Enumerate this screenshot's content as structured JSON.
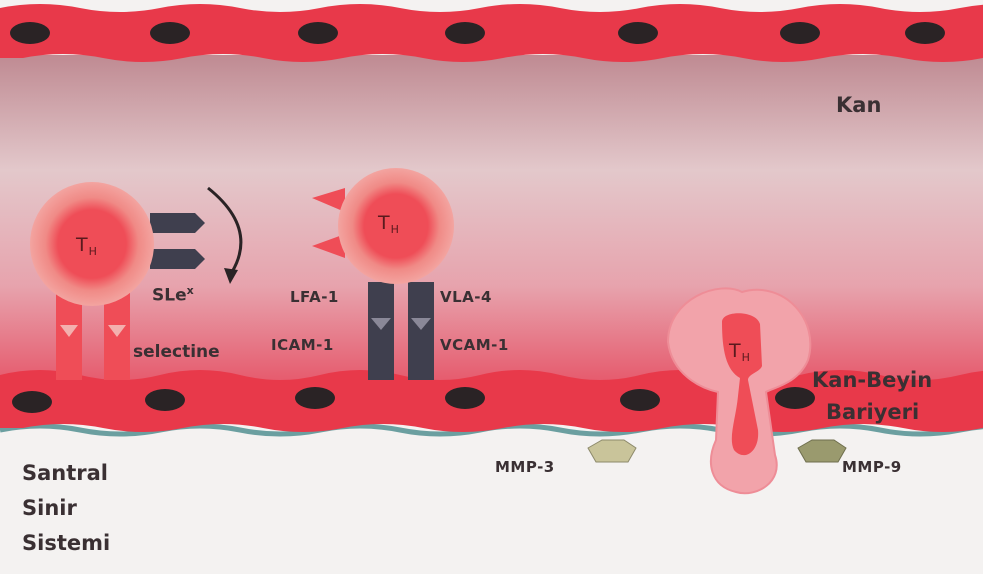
{
  "labels": {
    "blood": "Kan",
    "bbb_line1": "Kan-Beyin",
    "bbb_line2": "Bariyeri",
    "cns_line1": "Santral",
    "cns_line2": "Sinir",
    "cns_line3": "Sistemi",
    "sle_base": "SLe",
    "sle_sup": "x",
    "selectine": "selectine",
    "lfa1": "LFA-1",
    "vla4": "VLA-4",
    "icam1": "ICAM-1",
    "vcam1": "VCAM-1",
    "mmp3": "MMP-3",
    "mmp9": "MMP-9"
  },
  "cells": [
    {
      "id": "cell-rolling",
      "letter": "T",
      "sub": "H"
    },
    {
      "id": "cell-adhering",
      "letter": "T",
      "sub": "H"
    },
    {
      "id": "cell-migrating",
      "letter": "T",
      "sub": "H"
    }
  ],
  "colors": {
    "vessel_wall": "#e8394a",
    "vessel_wall_dark": "#c92a3c",
    "endothelial_nucleus": "#2a2325",
    "lumen_top": "#c8848f",
    "lumen_bottom": "#e36474",
    "cell_outer": "#f1928f",
    "cell_inner": "#ef4d57",
    "integrin": "#3f3f4e",
    "mmp": "#c9c49a",
    "basement_membrane": "#6b9fa0",
    "brain_tissue": "#f4f2f1"
  }
}
